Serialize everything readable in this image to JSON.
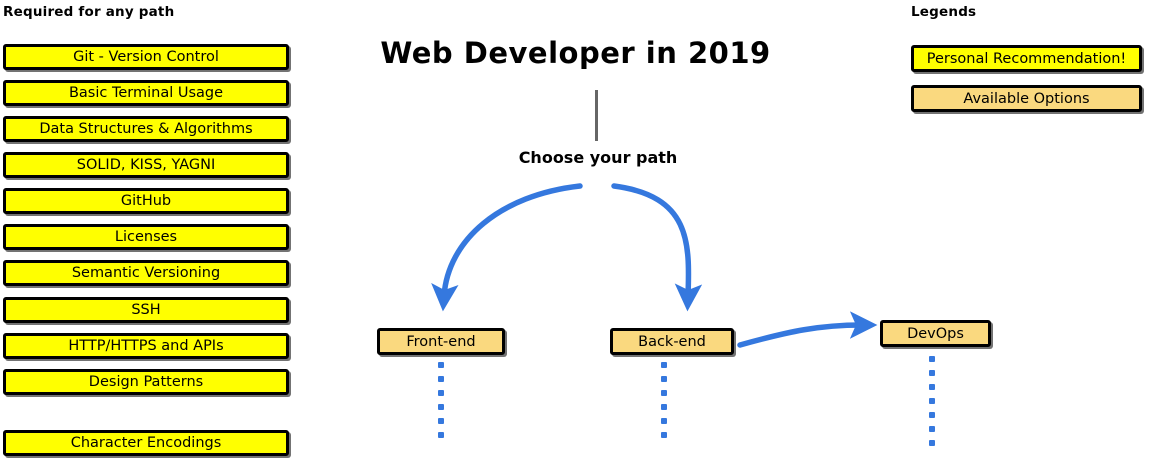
{
  "title": "Web Developer in 2019",
  "choose_path_label": "Choose your path",
  "required": {
    "heading": "Required for any path",
    "items": [
      {
        "label": "Git - Version Control"
      },
      {
        "label": "Basic Terminal Usage"
      },
      {
        "label": "Data Structures & Algorithms"
      },
      {
        "label": "SOLID, KISS, YAGNI"
      },
      {
        "label": "GitHub"
      },
      {
        "label": "Licenses"
      },
      {
        "label": "Semantic Versioning"
      },
      {
        "label": "SSH"
      },
      {
        "label": "HTTP/HTTPS and APIs"
      },
      {
        "label": "Design Patterns"
      },
      {
        "label": "Character Encodings"
      }
    ]
  },
  "legends": {
    "heading": "Legends",
    "items": [
      {
        "label": "Personal Recommendation!",
        "color": "#ffff00"
      },
      {
        "label": "Available Options",
        "color": "#fad97f"
      }
    ]
  },
  "paths": [
    {
      "label": "Front-end"
    },
    {
      "label": "Back-end"
    },
    {
      "label": "DevOps"
    }
  ],
  "colors": {
    "recommendation": "#ffff00",
    "option": "#fad97f",
    "arrow": "#3578de",
    "connector": "#666666",
    "border": "#000000",
    "background": "#ffffff"
  }
}
